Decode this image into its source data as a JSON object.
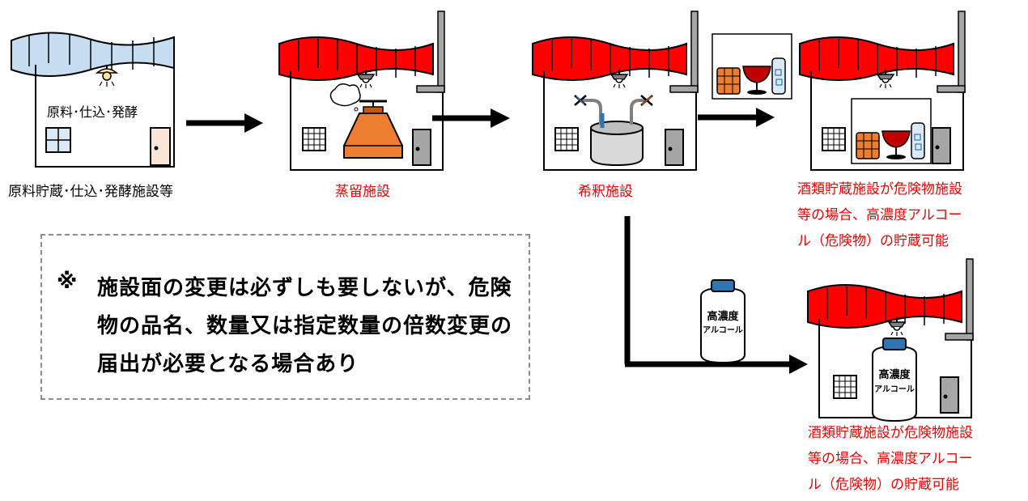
{
  "buildings": {
    "raw": {
      "inner_label": "原料･仕込･発酵",
      "caption": "原料貯蔵･仕込･発酵施設等"
    },
    "distill": {
      "caption": "蒸留施設"
    },
    "dilute": {
      "caption": "希釈施設"
    },
    "storage1": {
      "caption_lines": [
        "酒類貯蔵施設が危険物施設",
        "等の場合、高濃度アルコー",
        "ル（危険物）の貯蔵可能"
      ]
    },
    "storage2": {
      "caption_lines": [
        "酒類貯蔵施設が危険物施設",
        "等の場合、高濃度アルコー",
        "ル（危険物）の貯蔵可能"
      ]
    }
  },
  "containers": {
    "separate": {
      "label_line1": "高濃度",
      "label_line2": "アルコール"
    },
    "inside": {
      "label_line1": "高濃度",
      "label_line2": "アルコール"
    }
  },
  "note": {
    "mark": "※",
    "text": "施設面の変更は必ずしも要しないが、危険物の品名、数量又は指定数量の倍数変更の届出が必要となる場合あり"
  },
  "colors": {
    "accent_red": "#e60000",
    "roof_red": "#ff0000",
    "roof_blue": "#c6dcf0",
    "distill_orange": "#ed7d31",
    "door_pink": "#fbe5d6",
    "wall_gray": "#a6a6a6"
  }
}
